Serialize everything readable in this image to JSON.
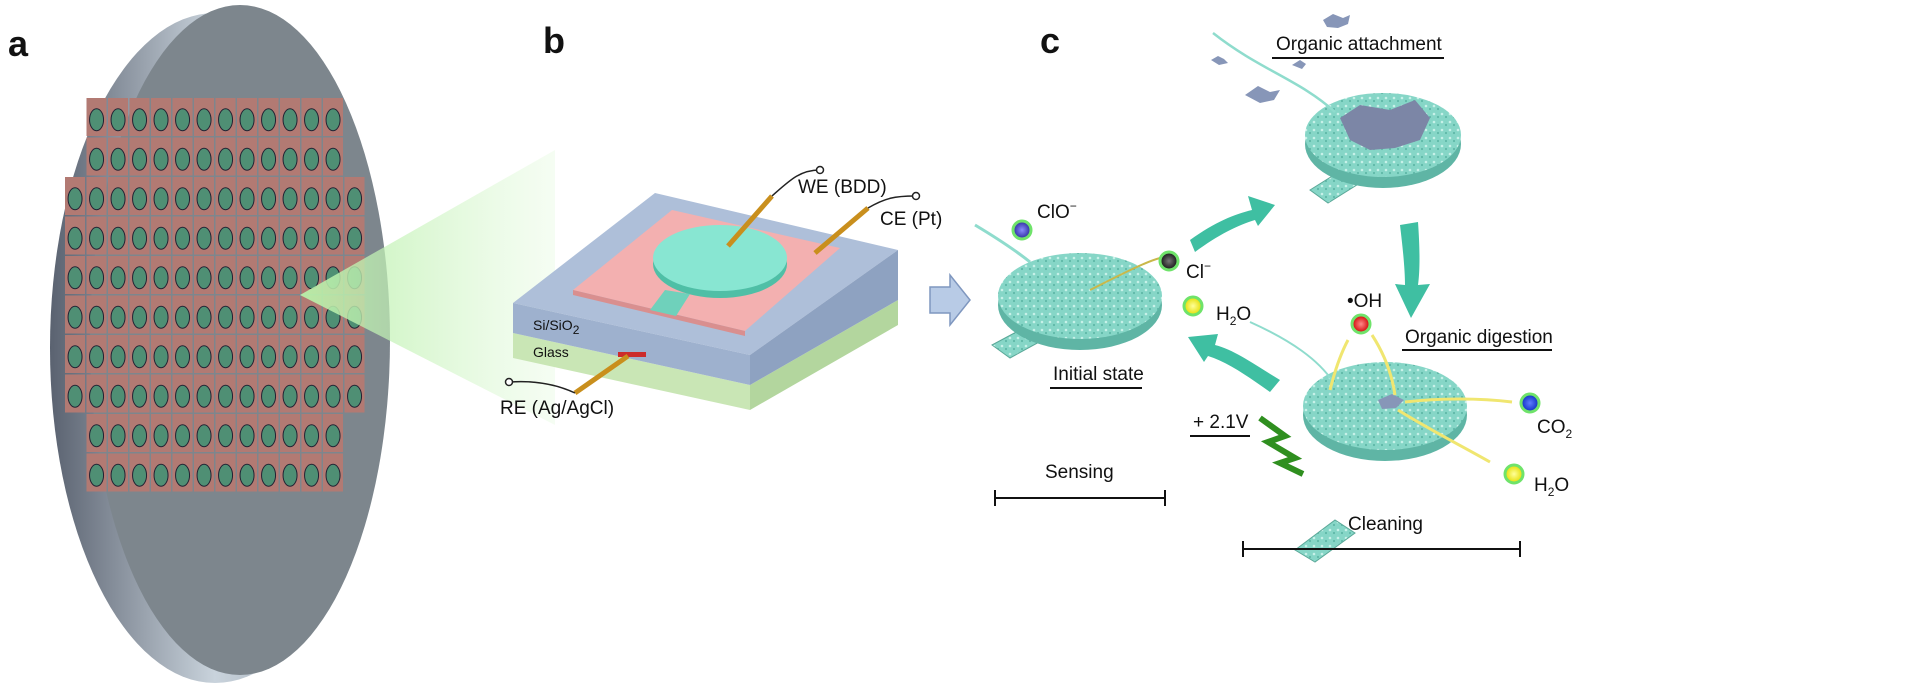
{
  "panels": {
    "a": "a",
    "b": "b",
    "c": "c"
  },
  "wafer": {
    "rows": [
      12,
      12,
      14,
      14,
      14,
      14,
      14,
      14,
      12,
      12
    ]
  },
  "panel_b": {
    "we": "WE (BDD)",
    "ce": "CE (Pt)",
    "re": "RE (Ag/AgCl)",
    "layer_top": "Si/SiO",
    "layer_top_sub": "2",
    "layer_bottom": "Glass"
  },
  "panel_c": {
    "organic_attachment": "Organic attachment",
    "organic_digestion": "Organic digestion",
    "initial_state": "Initial state",
    "sensing": "Sensing",
    "cleaning": "Cleaning",
    "voltage": "+ 2.1V",
    "clo": "ClO",
    "clo_sup": "−",
    "cl": "Cl",
    "cl_sup": "−",
    "h2o_a": "H",
    "h2o_a_sub": "2",
    "h2o_a_end": "O",
    "oh": "•OH",
    "co2": "CO",
    "co2_sub": "2",
    "h2o_b": "H",
    "h2o_b_sub": "2",
    "h2o_b_end": "O"
  },
  "colors": {
    "electrode": "#7fd6c4",
    "pad": "#f3b0b0",
    "silicon": "#a9bcd6",
    "glass": "#c9e6b5",
    "process_arrow": "#3fbfa2",
    "spark": "#2f8f1f"
  }
}
